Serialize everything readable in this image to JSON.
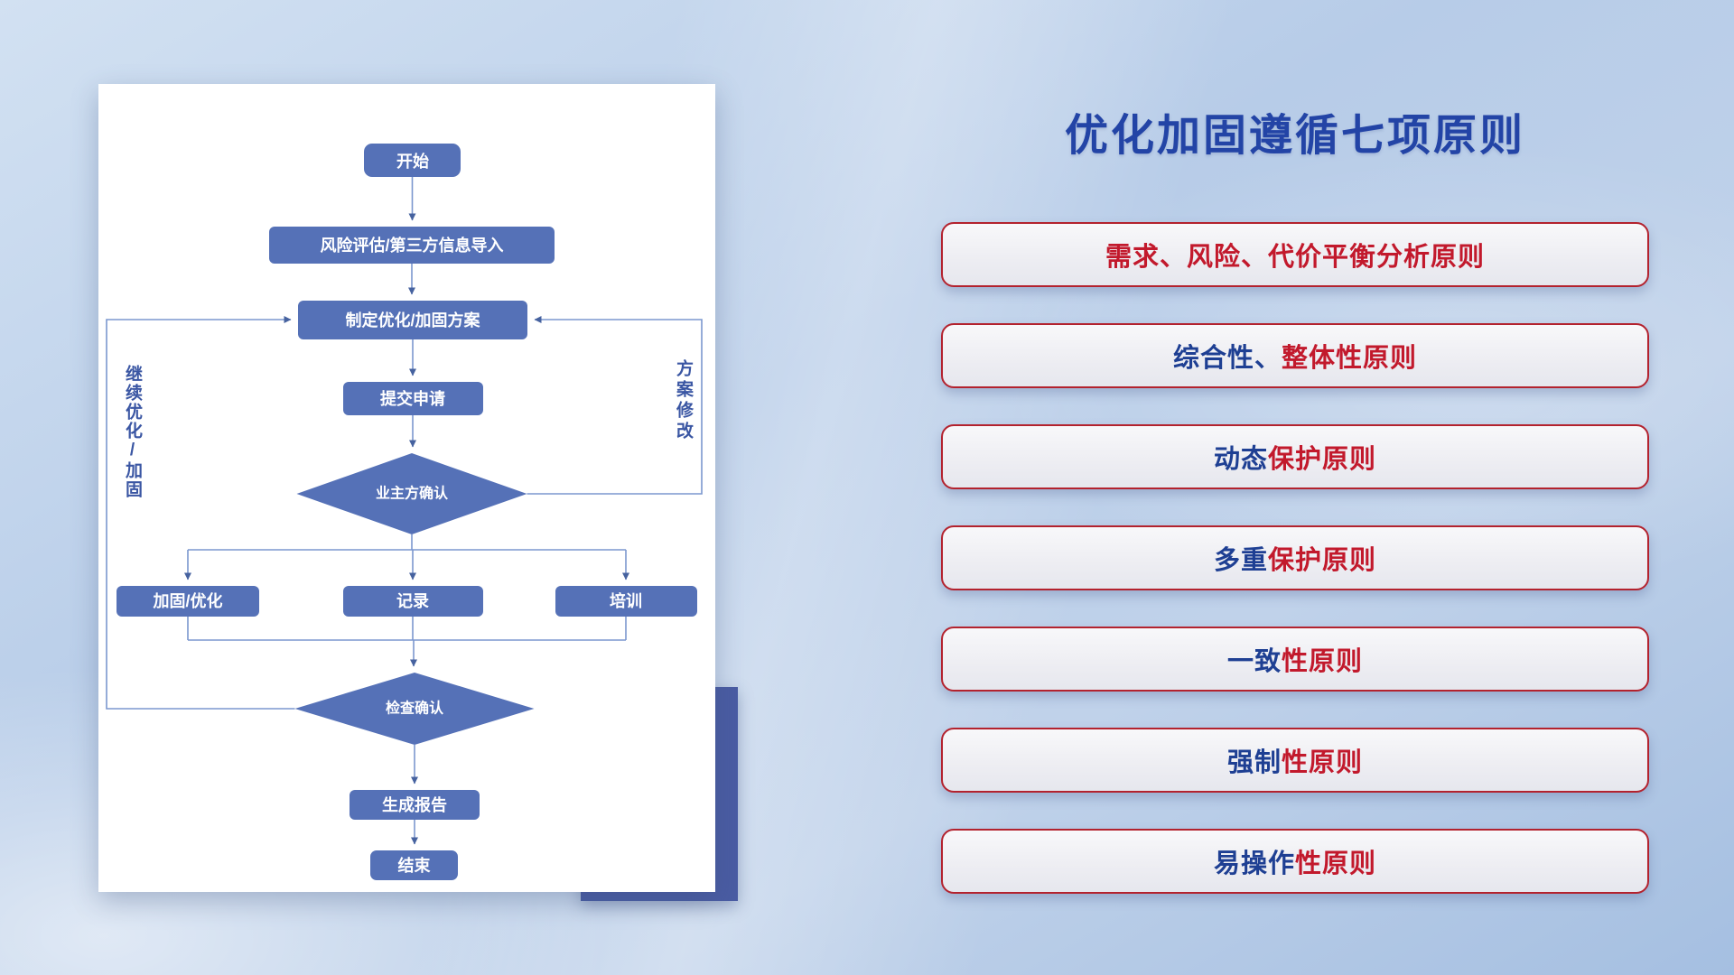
{
  "title": "优化加固遵循七项原则",
  "flowchart": {
    "nodes": {
      "start": "开始",
      "risk_import": "风险评估/第三方信息导入",
      "make_plan": "制定优化/加固方案",
      "submit": "提交申请",
      "owner_confirm": "业主方确认",
      "harden": "加固/优化",
      "record": "记录",
      "train": "培训",
      "check_confirm": "检查确认",
      "report": "生成报告",
      "end": "结束"
    },
    "left_loop_label": "继续优化/加固",
    "right_loop_label": "方案修改"
  },
  "principles": {
    "items": [
      {
        "prefix": "",
        "suffix": "需求、风险、代价平衡分析原则"
      },
      {
        "prefix": "综合性、",
        "suffix": "整体性原则"
      },
      {
        "prefix": "动态",
        "suffix": "保护原则"
      },
      {
        "prefix": "多重",
        "suffix": "保护原则"
      },
      {
        "prefix": "一致",
        "suffix": "性原则"
      },
      {
        "prefix": "强制",
        "suffix": "性原则"
      },
      {
        "prefix": "易操作",
        "suffix": "性原则"
      }
    ]
  },
  "colors": {
    "accent_red": "#c2192c",
    "accent_navy": "#2344a6",
    "node_blue": "#5571b7",
    "accent_rect": "#4a5ca3"
  }
}
